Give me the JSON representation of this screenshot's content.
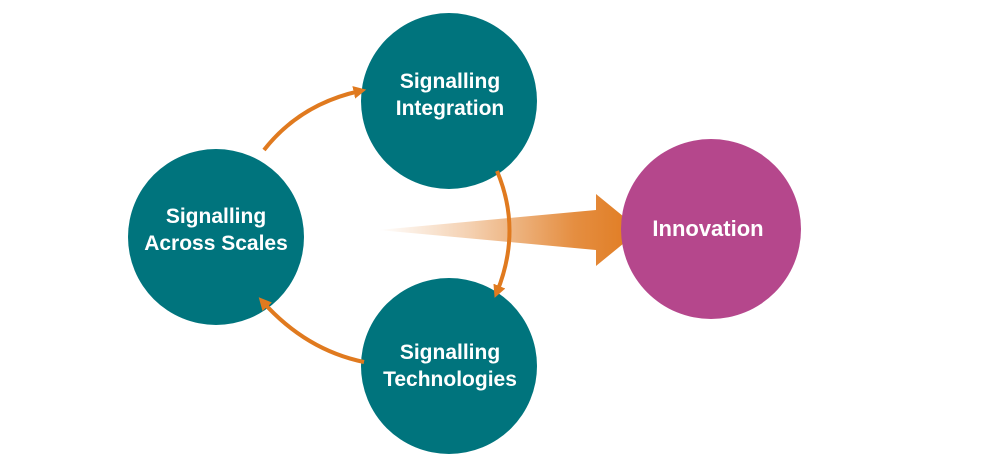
{
  "nodes": {
    "integration": {
      "line1": "Signalling",
      "line2": "Integration"
    },
    "scales": {
      "line1": "Signalling",
      "line2": "Across Scales"
    },
    "technologies": {
      "line1": "Signalling",
      "line2": "Technologies"
    },
    "innovation": {
      "label": "Innovation"
    }
  },
  "colors": {
    "teal": "#00747D",
    "magenta": "#B5478C",
    "orange": "#E07A1F",
    "text": "#FFFFFF",
    "background": "#FFFFFF"
  }
}
